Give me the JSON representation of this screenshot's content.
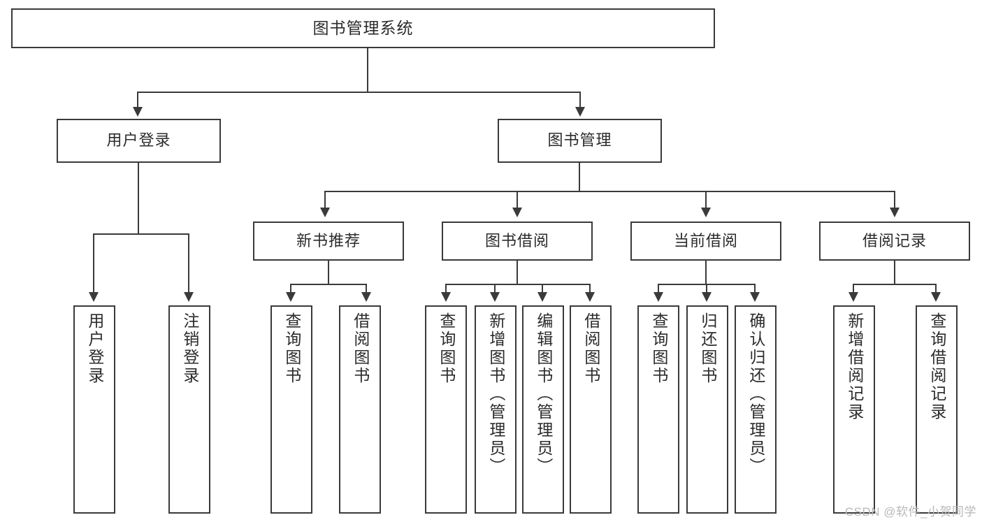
{
  "diagram": {
    "type": "tree",
    "title": "图书管理系统",
    "root": {
      "label": "图书管理系统"
    },
    "level2": [
      {
        "label": "用户登录"
      },
      {
        "label": "图书管理"
      }
    ],
    "level3": [
      {
        "label": "新书推荐"
      },
      {
        "label": "图书借阅"
      },
      {
        "label": "当前借阅"
      },
      {
        "label": "借阅记录"
      }
    ],
    "leaves": {
      "user_login": [
        {
          "label": "用户登录"
        },
        {
          "label": "注销登录"
        }
      ],
      "new_book_recommend": [
        {
          "label": "查询图书"
        },
        {
          "label": "借阅图书"
        }
      ],
      "book_borrow": [
        {
          "label": "查询图书"
        },
        {
          "label": "新增图书（管理员）"
        },
        {
          "label": "编辑图书（管理员）"
        },
        {
          "label": "借阅图书"
        }
      ],
      "current_borrow": [
        {
          "label": "查询图书"
        },
        {
          "label": "归还图书"
        },
        {
          "label": "确认归还（管理员）"
        }
      ],
      "borrow_record": [
        {
          "label": "新增借阅记录"
        },
        {
          "label": "查询借阅记录"
        }
      ]
    }
  },
  "watermark": {
    "text": "CSDN @软件_小贺同学"
  },
  "colors": {
    "stroke": "#3a3a3a",
    "fill": "#ffffff",
    "text": "#2b2b2b",
    "watermark": "#b8b8b8"
  }
}
